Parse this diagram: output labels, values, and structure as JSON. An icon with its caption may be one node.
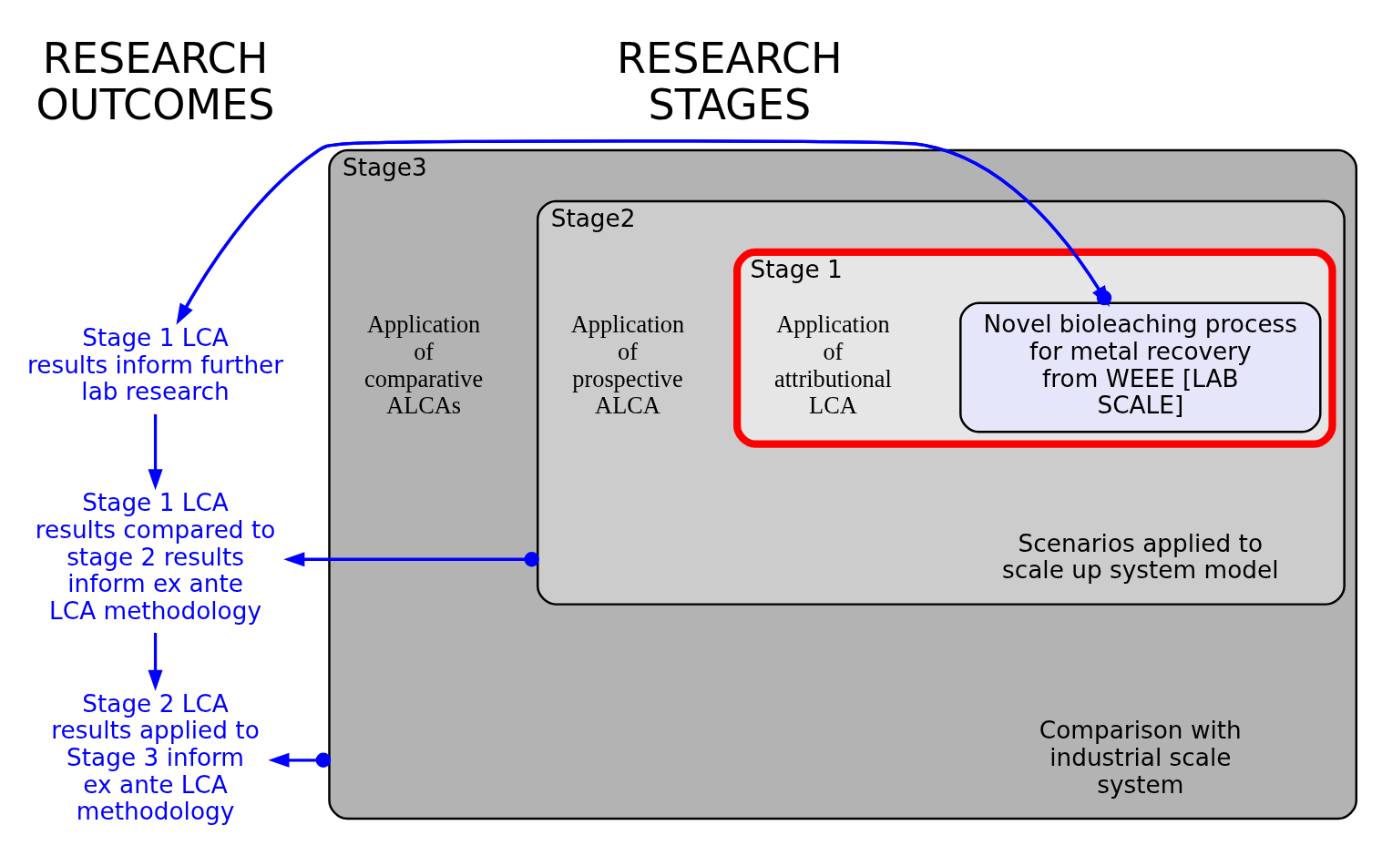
{
  "diagram": {
    "nodes": [
      {
        "text": [
          "Stage3",
          "Application of comparative ALCAs",
          "Comparison with industrial scale system"
        ]
      },
      {
        "text": [
          "Stage2",
          "Application of prospective ALCA",
          "Scenarios applied to scale up system model"
        ],
        "in": 0
      },
      {
        "text": [
          "Stage 1",
          "Application of attributional LCA"
        ],
        "in": 1
      },
      {
        "text": [
          "Novel bioleaching process for metal recovery from WEEE [LAB SCALE]"
        ],
        "in": 2
      },
      {
        "text": [
          "Stage 1 LCA results inform further lab research"
        ]
      },
      {
        "text": [
          "Stage 1 LCA results compared to stage 2 results inform ex ante LCA methodology"
        ]
      },
      {
        "text": [
          "Stage 2 LCA results applied to Stage 3 inform ex ante LCA methodology"
        ]
      }
    ],
    "edges": [
      {
        "from": 3,
        "to": 4,
        "arrow": "to"
      },
      {
        "from": 4,
        "to": 3,
        "arrow": "to"
      },
      {
        "from": 4,
        "to": 5,
        "arrow": "to"
      },
      {
        "from": 1,
        "to": 5,
        "arrow": "to"
      },
      {
        "from": 5,
        "to": 6,
        "arrow": "to"
      },
      {
        "from": 0,
        "to": 6,
        "arrow": "to"
      }
    ],
    "labels": [
      "RESEARCH OUTCOMES",
      "RESEARCH STAGES"
    ]
  }
}
